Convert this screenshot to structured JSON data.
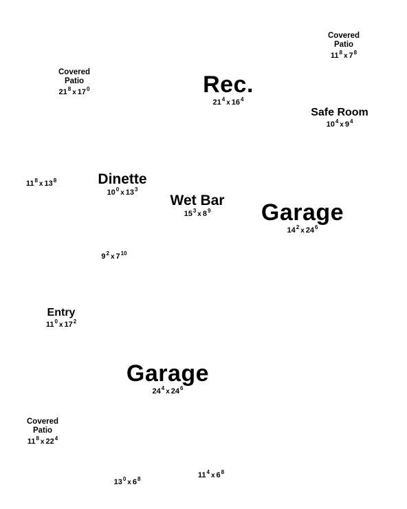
{
  "rooms": [
    {
      "id": "covered-patio-top-right",
      "name_lines": [
        "Covered",
        "Patio"
      ],
      "size": "sm",
      "w": "11",
      "w_in": "8",
      "d": "7",
      "d_in": "8"
    },
    {
      "id": "covered-patio-top-left",
      "name_lines": [
        "Covered",
        "Patio"
      ],
      "size": "sm",
      "w": "21",
      "w_in": "8",
      "d": "17",
      "d_in": "0"
    },
    {
      "id": "rec",
      "name_lines": [
        "Rec."
      ],
      "size": "xl",
      "w": "21",
      "w_in": "4",
      "d": "16",
      "d_in": "4"
    },
    {
      "id": "safe-room",
      "name_lines": [
        "Safe Room"
      ],
      "size": "md",
      "w": "10",
      "w_in": "4",
      "d": "9",
      "d_in": "4"
    },
    {
      "id": "unlabeled-left",
      "name_lines": [],
      "size": "sm",
      "w": "11",
      "w_in": "8",
      "d": "13",
      "d_in": "8"
    },
    {
      "id": "dinette",
      "name_lines": [
        "Dinette"
      ],
      "size": "lg",
      "w": "10",
      "w_in": "0",
      "d": "13",
      "d_in": "3"
    },
    {
      "id": "wet-bar",
      "name_lines": [
        "Wet Bar"
      ],
      "size": "lg",
      "w": "15",
      "w_in": "3",
      "d": "8",
      "d_in": "9"
    },
    {
      "id": "garage-upper",
      "name_lines": [
        "Garage"
      ],
      "size": "xl",
      "w": "14",
      "w_in": "2",
      "d": "24",
      "d_in": "6"
    },
    {
      "id": "unlabeled-center",
      "name_lines": [],
      "size": "sm",
      "w": "9",
      "w_in": "2",
      "d": "7",
      "d_in": "10"
    },
    {
      "id": "entry",
      "name_lines": [
        "Entry"
      ],
      "size": "md",
      "w": "11",
      "w_in": "0",
      "d": "17",
      "d_in": "2"
    },
    {
      "id": "garage-lower",
      "name_lines": [
        "Garage"
      ],
      "size": "xl",
      "w": "24",
      "w_in": "4",
      "d": "24",
      "d_in": "6"
    },
    {
      "id": "covered-patio-bottom-left",
      "name_lines": [
        "Covered",
        "Patio"
      ],
      "size": "sm",
      "w": "11",
      "w_in": "8",
      "d": "22",
      "d_in": "4"
    },
    {
      "id": "unlabeled-bottom-1",
      "name_lines": [],
      "size": "sm",
      "w": "13",
      "w_in": "0",
      "d": "6",
      "d_in": "8"
    },
    {
      "id": "unlabeled-bottom-2",
      "name_lines": [],
      "size": "sm",
      "w": "11",
      "w_in": "4",
      "d": "6",
      "d_in": "8"
    }
  ],
  "separator": "x"
}
